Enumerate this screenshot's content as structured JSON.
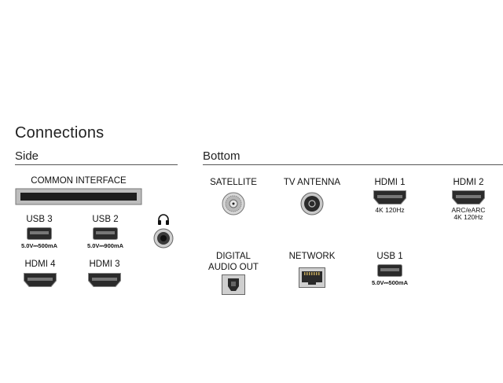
{
  "title": "Connections",
  "side": {
    "heading": "Side",
    "common_interface": "COMMON INTERFACE",
    "usb3": {
      "label": "USB 3",
      "spec": "5.0V⎓500mA"
    },
    "usb2": {
      "label": "USB 2",
      "spec": "5.0V⎓900mA"
    },
    "hdmi4": {
      "label": "HDMI 4"
    },
    "hdmi3": {
      "label": "HDMI 3"
    },
    "headphone_icon": "headphone-icon"
  },
  "bottom": {
    "heading": "Bottom",
    "satellite": {
      "label": "SATELLITE"
    },
    "tv_antenna": {
      "label": "TV ANTENNA"
    },
    "hdmi1": {
      "label": "HDMI 1",
      "spec": "4K 120Hz"
    },
    "hdmi2": {
      "label": "HDMI 2",
      "spec1": "ARC/eARC",
      "spec2": "4K 120Hz"
    },
    "digital_audio_out": {
      "line1": "DIGITAL",
      "line2": "AUDIO OUT"
    },
    "network": {
      "label": "NETWORK"
    },
    "usb1": {
      "label": "USB 1",
      "spec": "5.0V⎓500mA"
    }
  }
}
